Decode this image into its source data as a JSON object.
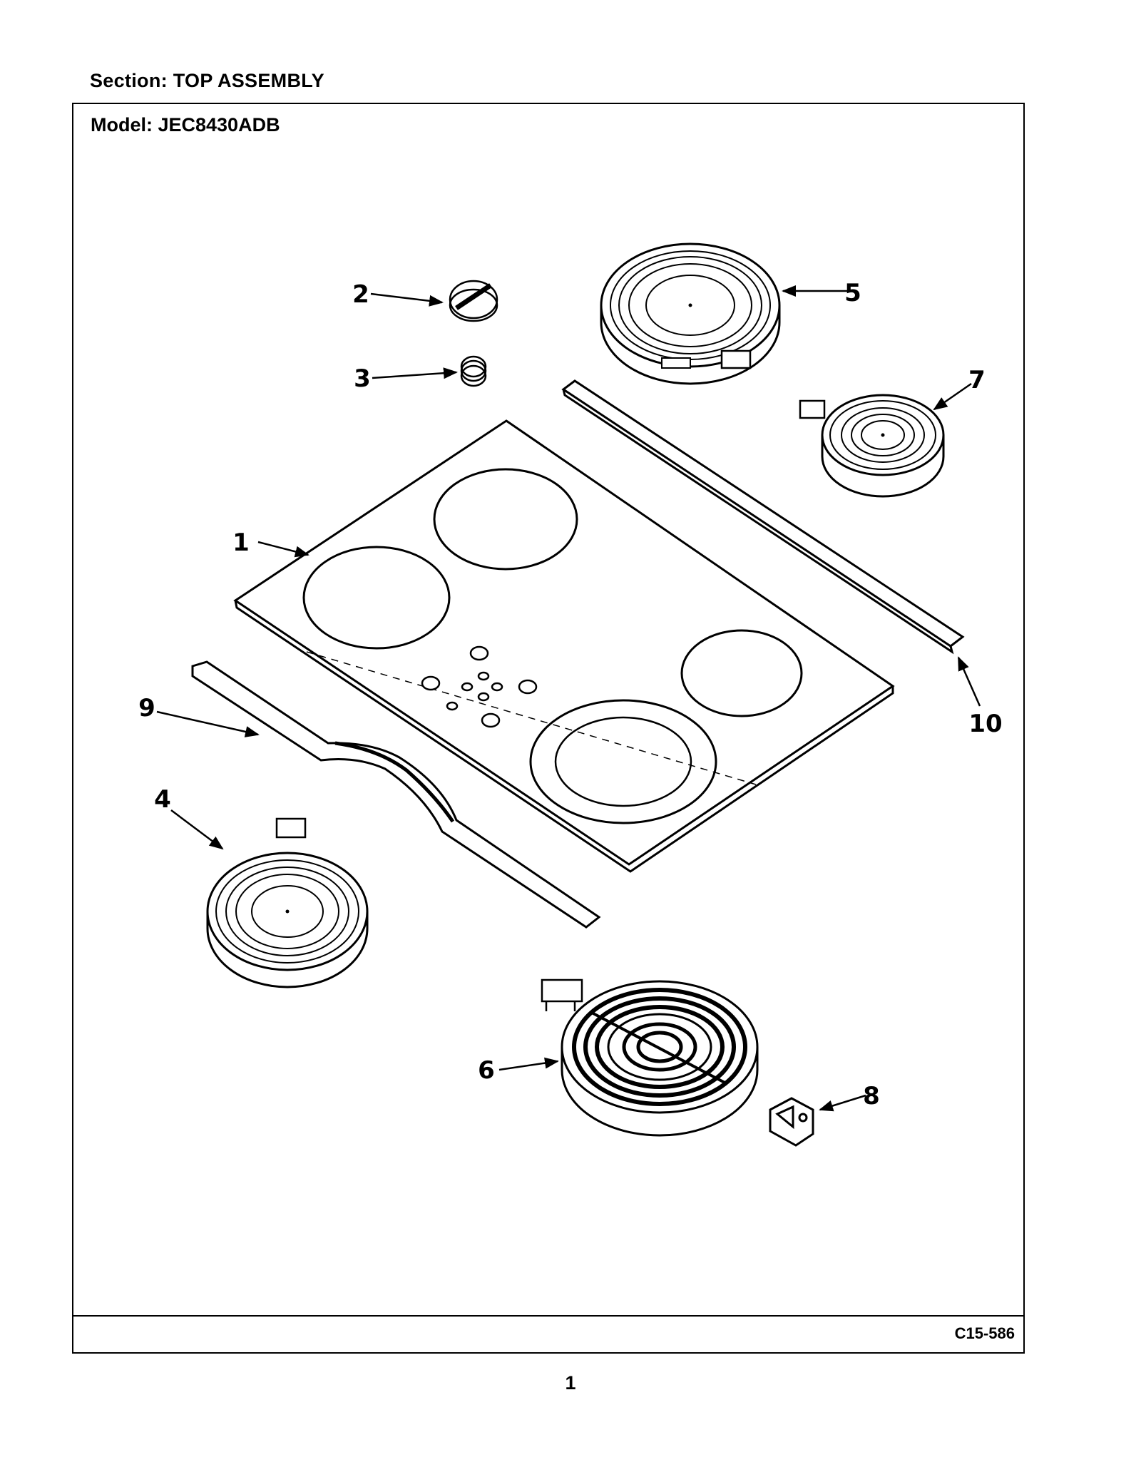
{
  "header": {
    "section": "Section:  TOP ASSEMBLY"
  },
  "frame": {
    "model": "Model:  JEC8430ADB",
    "code": "C15-586"
  },
  "footer": {
    "page": "1"
  },
  "callouts": [
    "1",
    "2",
    "3",
    "4",
    "5",
    "6",
    "7",
    "8",
    "9",
    "10"
  ],
  "colors": {
    "ink": "#000000",
    "paper": "#ffffff"
  }
}
